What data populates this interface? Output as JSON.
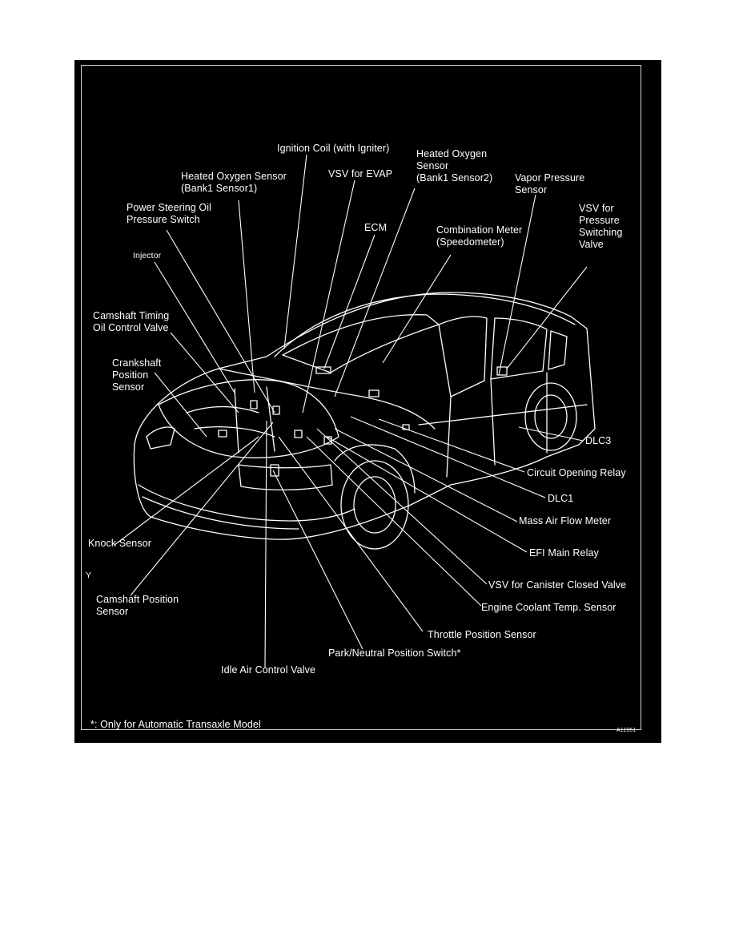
{
  "labels": {
    "ignition_coil": "Ignition Coil (with Igniter)",
    "heated_o2_s2": "Heated Oxygen\nSensor\n(Bank1 Sensor2)",
    "heated_o2_s1": "Heated Oxygen Sensor\n(Bank1 Sensor1)",
    "vsv_evap": "VSV for EVAP",
    "vapor_pressure": "Vapor Pressure\nSensor",
    "vsv_pressure": "VSV for\nPressure\nSwitching\nValve",
    "ps_oil": "Power Steering Oil\nPressure Switch",
    "ecm": "ECM",
    "combination_meter": "Combination Meter\n(Speedometer)",
    "injector": "Injector",
    "camshaft_timing": "Camshaft Timing\nOil Control Valve",
    "crankshaft": "Crankshaft\nPosition\nSensor",
    "dlc3": "DLC3",
    "circuit_opening": "Circuit Opening Relay",
    "dlc1": "DLC1",
    "mass_air_flow": "Mass Air Flow Meter",
    "efi_main": "EFI Main Relay",
    "knock": "Knock Sensor",
    "y_mark": "Y",
    "vsv_canister": "VSV for Canister Closed Valve",
    "camshaft_position": "Camshaft Position\nSensor",
    "coolant_temp": "Engine Coolant Temp. Sensor",
    "throttle": "Throttle Position Sensor",
    "park_neutral": "Park/Neutral Position Switch*",
    "idle_air": "Idle Air Control Valve",
    "footnote": "*: Only for Automatic Transaxle Model",
    "figure_code": "A11951"
  }
}
